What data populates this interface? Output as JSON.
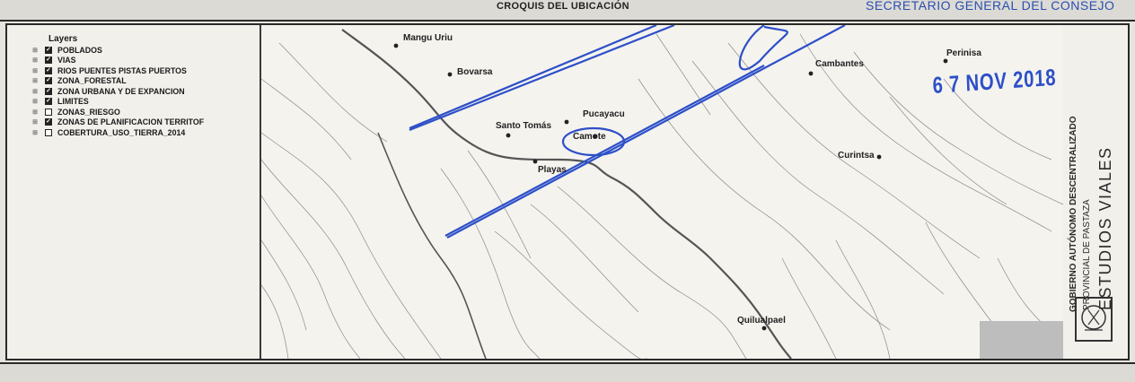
{
  "header": {
    "title": "CROQUIS DEL UBICACIÓN",
    "right_text": "SECRETARIO GENERAL DEL CONSEJO"
  },
  "legend": {
    "title": "Layers",
    "items": [
      {
        "label": "POBLADOS",
        "checked": true
      },
      {
        "label": "VIAS",
        "checked": true
      },
      {
        "label": "RIOS PUENTES PISTAS PUERTOS",
        "checked": true
      },
      {
        "label": "ZONA_FORESTAL",
        "checked": true
      },
      {
        "label": "ZONA URBANA Y DE EXPANCION",
        "checked": true
      },
      {
        "label": "LIMITES",
        "checked": true
      },
      {
        "label": "ZONAS_RIESGO",
        "checked": false
      },
      {
        "label": "ZONAS DE PLANIFICACION TERRITOF",
        "checked": true
      },
      {
        "label": "COBERTURA_USO_TIERRA_2014",
        "checked": false
      }
    ]
  },
  "map": {
    "places": {
      "mangu_uriu": "Mangu Uriu",
      "bovarsa": "Bovarsa",
      "santo_tomas": "Santo Tomás",
      "pucayacu": "Pucayacu",
      "camote": "Camote",
      "playas": "Playas",
      "cambantes": "Cambantes",
      "perinisa": "Perinisa",
      "curintsa": "Curintsa",
      "quilualpael": "Quilualpael"
    }
  },
  "stamp": {
    "date": "6 7 NOV 2018",
    "line1": "GOBIERNO AUTÓNOMO DESCENTRALIZADO",
    "line2": "PROVINCIAL DE PASTAZA",
    "line3": "ESTUDIOS VIALES"
  },
  "colors": {
    "ink_blue": "#2d4fc8",
    "map_line": "#555555",
    "frame": "#2a2a2a"
  }
}
